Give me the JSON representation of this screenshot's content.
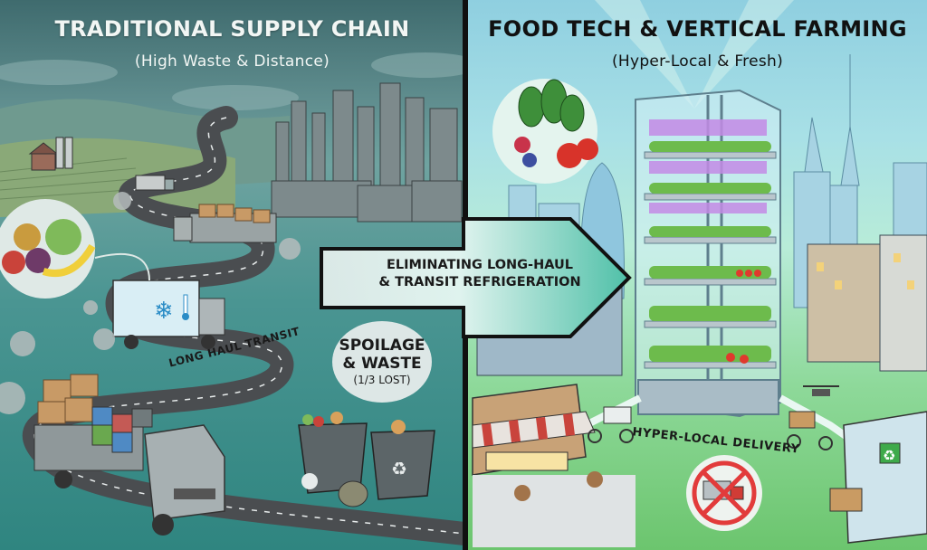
{
  "left_panel": {
    "title": "TRADITIONAL SUPPLY CHAIN",
    "subtitle": "(High Waste & Distance)",
    "labels": {
      "route": "LONG HAUL TRANSIT",
      "waste_line1": "SPOILAGE",
      "waste_line2": "& WASTE",
      "waste_line3": "(1/3 LOST)"
    },
    "scene_elements": [
      "farm-fields",
      "barn-and-silos",
      "winding-highway",
      "trucks",
      "refrigerated-truck",
      "cargo-truck",
      "smoke-exhaust",
      "city-skyline",
      "wilting-produce-bubble",
      "overflowing-trash-bins",
      "recycle-icon"
    ],
    "colors": {
      "background": "#4a9592",
      "road": "#4a4d50",
      "sky": "#3f6b6e"
    }
  },
  "center_arrow": {
    "line1": "ELIMINATING LONG-HAUL",
    "line2": "& TRANSIT REFRIGERATION",
    "color": "#58c4ac"
  },
  "right_panel": {
    "title": "FOOD TECH & VERTICAL FARMING",
    "subtitle": "(Hyper-Local & Fresh)",
    "labels": {
      "delivery": "HYPER-LOCAL DELIVERY"
    },
    "scene_elements": [
      "fresh-produce-bubble",
      "vertical-farm-tower",
      "grow-lights",
      "city-skyline",
      "apartment-buildings",
      "cafe",
      "grocery-store",
      "cargo-bikes",
      "delivery-drone",
      "no-truck-sign"
    ],
    "colors": {
      "background": "#8ed99a",
      "grow_light": "#b77be0",
      "no_sign": "#e23b3b"
    }
  }
}
